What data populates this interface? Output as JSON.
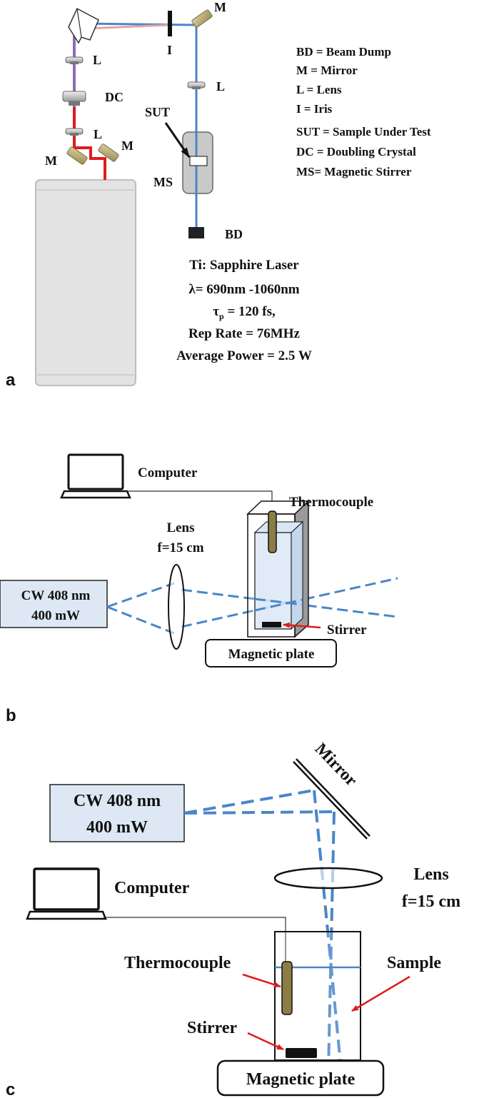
{
  "panels": {
    "a": {
      "label": "a",
      "components": {
        "lens": "L",
        "iris": "I",
        "mirror": "M",
        "doubling_crystal": "DC",
        "sample_under_test": "SUT",
        "magnetic_stirrer": "MS",
        "beam_dump": "BD"
      },
      "legend": [
        "BD = Beam Dump",
        "M = Mirror",
        "L = Lens",
        "I = Iris",
        "SUT = Sample Under Test",
        "DC = Doubling Crystal",
        "MS=  Magnetic Stirrer"
      ],
      "laser_specs": {
        "name": "Ti: Sapphire Laser",
        "wavelength": "λ= 690nm -1060nm",
        "pulse_prefix": "τ",
        "pulse_sub": "p",
        "pulse_rest": " = 120 fs,",
        "rep_rate": "Rep Rate = 76MHz",
        "power": "Average Power = 2.5 W"
      }
    },
    "b": {
      "label": "b",
      "computer": "Computer",
      "thermocouple": "Thermocouple",
      "lens_line1": "Lens",
      "lens_line2": "f=15 cm",
      "laser_line1": "CW 408 nm",
      "laser_line2": "400 mW",
      "stirrer": "Stirrer",
      "magnetic_plate": "Magnetic plate"
    },
    "c": {
      "label": "c",
      "mirror": "Mirror",
      "laser_line1": "CW 408 nm",
      "laser_line2": "400 mW",
      "computer": "Computer",
      "lens_line1": "Lens",
      "lens_line2": "f=15 cm",
      "thermocouple": "Thermocouple",
      "sample": "Sample",
      "stirrer": "Stirrer",
      "magnetic_plate": "Magnetic plate"
    }
  },
  "colors": {
    "blue_beam": "#4a86c8",
    "red_beam": "#e01b1b",
    "purple_beam": "#8e6bb8",
    "pink_beam": "#e9a3a8",
    "laser_box_fill": "#dde8f4",
    "laser_body_fill": "#e3e3e3",
    "thermocouple_fill": "#8b7d45",
    "arrow_red": "#e01b1b"
  }
}
